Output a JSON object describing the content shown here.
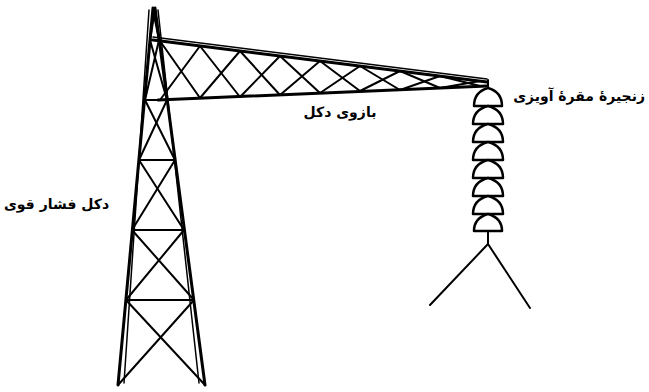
{
  "diagram": {
    "labels": [
      "زنجیرهٔ مقرهٔ آویزی",
      "بازوی دکل",
      "دکل فشار قوی"
    ]
  }
}
